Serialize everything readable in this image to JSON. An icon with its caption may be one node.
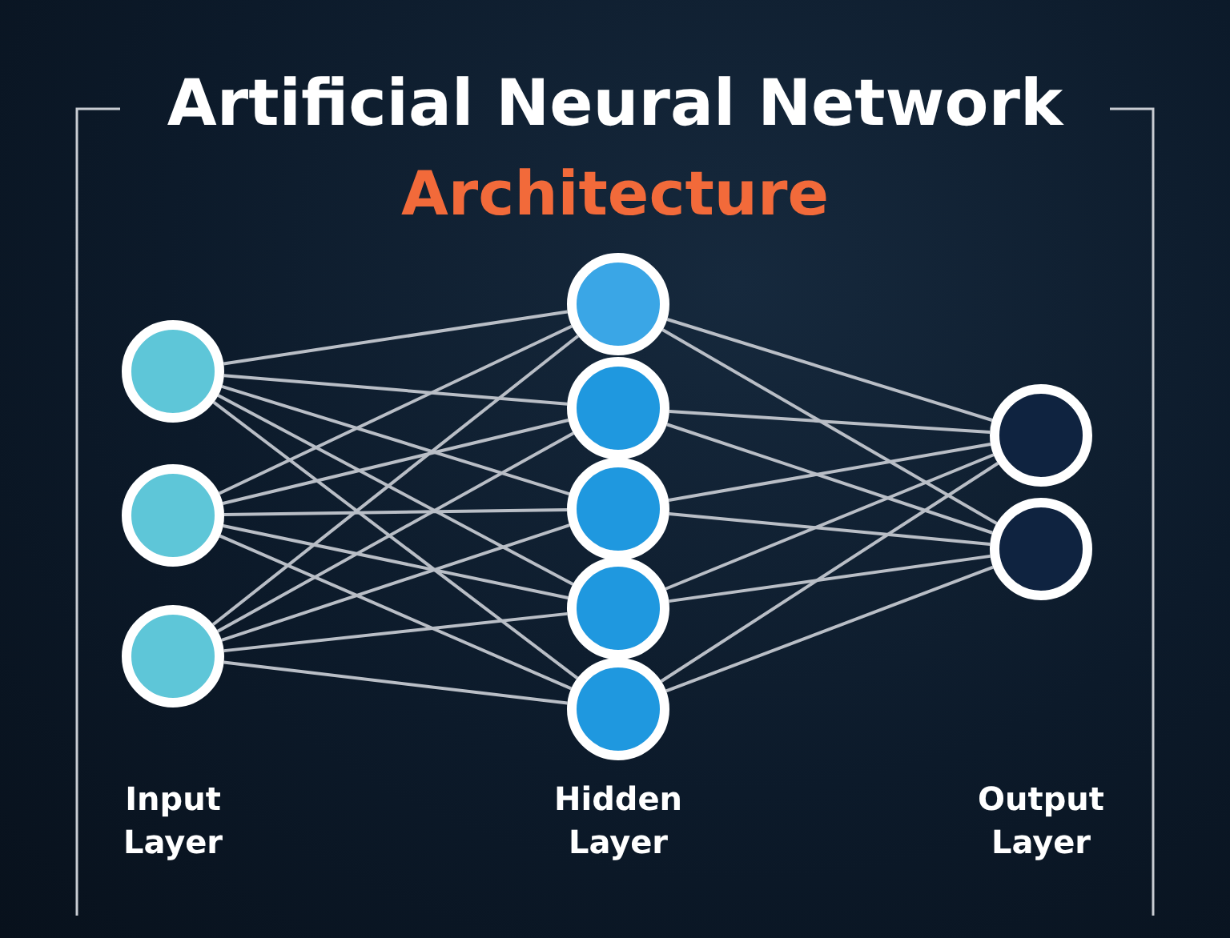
{
  "diagram": {
    "title": "Artificial Neural Network",
    "nodes": [
      {
        "text": [],
        "shape": "circle"
      },
      {
        "text": [],
        "shape": "circle"
      },
      {
        "text": [],
        "shape": "circle"
      },
      {
        "text": [],
        "shape": "circle"
      },
      {
        "text": [],
        "shape": "circle"
      },
      {
        "text": [],
        "shape": "circle"
      },
      {
        "text": [],
        "shape": "circle"
      },
      {
        "text": [],
        "shape": "circle"
      },
      {
        "text": [],
        "shape": "circle"
      },
      {
        "text": [],
        "shape": "circle"
      }
    ],
    "edges": [
      {
        "from": 0,
        "to": 3,
        "arrow": "none"
      },
      {
        "from": 0,
        "to": 4,
        "arrow": "none"
      },
      {
        "from": 0,
        "to": 5,
        "arrow": "none"
      },
      {
        "from": 0,
        "to": 6,
        "arrow": "none"
      },
      {
        "from": 0,
        "to": 7,
        "arrow": "none"
      },
      {
        "from": 1,
        "to": 3,
        "arrow": "none"
      },
      {
        "from": 1,
        "to": 4,
        "arrow": "none"
      },
      {
        "from": 1,
        "to": 5,
        "arrow": "none"
      },
      {
        "from": 1,
        "to": 6,
        "arrow": "none"
      },
      {
        "from": 1,
        "to": 7,
        "arrow": "none"
      },
      {
        "from": 2,
        "to": 3,
        "arrow": "none"
      },
      {
        "from": 2,
        "to": 4,
        "arrow": "none"
      },
      {
        "from": 2,
        "to": 5,
        "arrow": "none"
      },
      {
        "from": 2,
        "to": 6,
        "arrow": "none"
      },
      {
        "from": 2,
        "to": 7,
        "arrow": "none"
      },
      {
        "from": 3,
        "to": 8,
        "arrow": "none"
      },
      {
        "from": 3,
        "to": 9,
        "arrow": "none"
      },
      {
        "from": 4,
        "to": 8,
        "arrow": "none"
      },
      {
        "from": 4,
        "to": 9,
        "arrow": "none"
      },
      {
        "from": 5,
        "to": 8,
        "arrow": "none"
      },
      {
        "from": 5,
        "to": 9,
        "arrow": "none"
      },
      {
        "from": 6,
        "to": 8,
        "arrow": "none"
      },
      {
        "from": 6,
        "to": 9,
        "arrow": "none"
      },
      {
        "from": 7,
        "to": 8,
        "arrow": "none"
      },
      {
        "from": 7,
        "to": 9,
        "arrow": "none"
      }
    ],
    "labels": [
      "Architecture",
      "Input Layer",
      "Hidden Layer",
      "Output Layer"
    ]
  }
}
